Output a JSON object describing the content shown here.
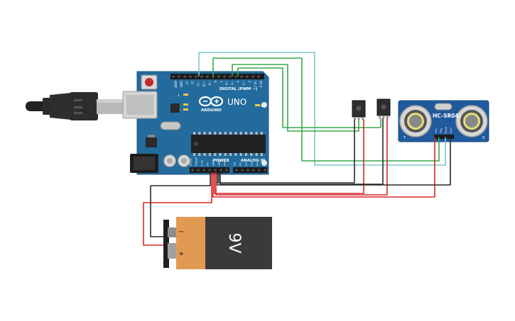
{
  "arduino": {
    "brand": "ARDUINO",
    "model": "UNO",
    "digital_header": "DIGITAL (PWM ~)",
    "power_header": "POWER",
    "analog_header": "ANALOG IN",
    "led_l": "L",
    "led_tx": "TX",
    "led_rx": "RX",
    "led_on": "ON",
    "top_pins": [
      "AREF",
      "GND",
      "13",
      "12",
      "~11",
      "~10",
      "~9",
      "8",
      "7",
      "~6",
      "~5",
      "4",
      "~3",
      "2",
      "TX 1",
      "RX 0"
    ],
    "power_pins": [
      "IOREF",
      "RESET",
      "3.3V",
      "5V",
      "GND",
      "GND",
      "Vin"
    ],
    "analog_pins": [
      "A0",
      "A1",
      "A2",
      "A3",
      "A4",
      "A5"
    ]
  },
  "sensor": {
    "label": "HC-SR04",
    "pins": [
      "Vcc",
      "Trig",
      "Echo",
      "Gnd"
    ],
    "side_marks": [
      "T",
      "R"
    ]
  },
  "battery": {
    "label": "9V",
    "negative": "−",
    "positive": "+"
  },
  "colors": {
    "board": "#236b9c",
    "wire_red": "#d62728",
    "wire_black": "#2a2a2a",
    "wire_green": "#3aa84a",
    "wire_cyan": "#7cc6cc",
    "battery_orange": "#e29a53",
    "battery_body": "#3a3a3a",
    "sensor_board": "#1f5a9c"
  }
}
